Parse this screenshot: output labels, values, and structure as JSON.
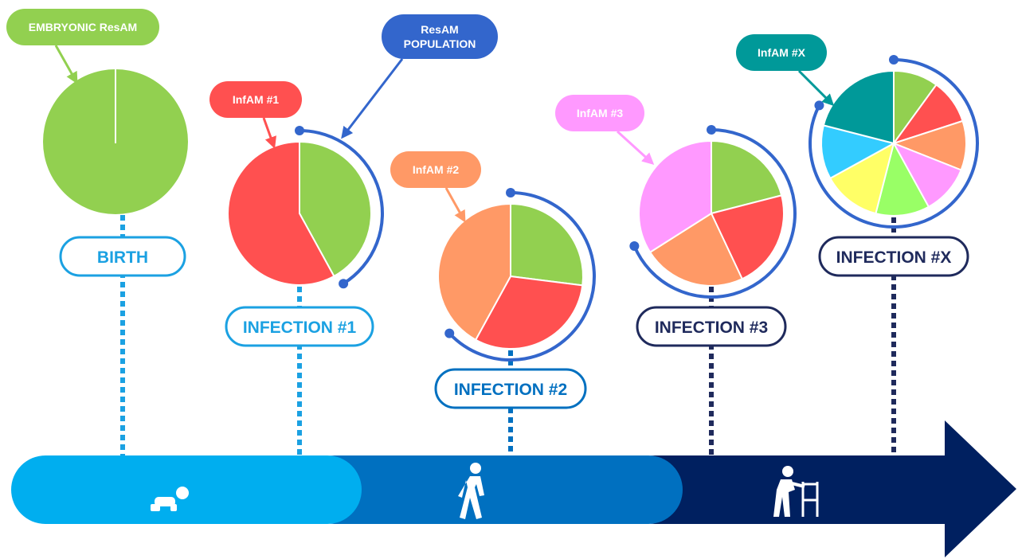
{
  "diagram": {
    "timeline_colors": {
      "childhood": "#00aeef",
      "adulthood": "#0070c0",
      "old_age": "#002060",
      "connector_light": "#1ba1e2",
      "connector_mid": "#0070c0",
      "connector_dark": "#1f2a5c"
    },
    "life_stage_icons": [
      "crawling-baby-icon",
      "walking-person-icon",
      "elderly-walker-icon"
    ],
    "stages": [
      {
        "label": "BIRTH",
        "style": "light",
        "slices": [
          {
            "role": "ResAM",
            "fraction": 1.0,
            "color": "#92d050"
          }
        ],
        "has_resam_arc": false
      },
      {
        "label": "INFECTION #1",
        "style": "light",
        "slices": [
          {
            "role": "ResAM",
            "fraction": 0.42,
            "color": "#92d050"
          },
          {
            "role": "InfAM #1",
            "fraction": 0.58,
            "color": "#ff5050"
          }
        ],
        "has_resam_arc": true
      },
      {
        "label": "INFECTION #2",
        "style": "mid",
        "slices": [
          {
            "role": "ResAM",
            "fraction": 0.27,
            "color": "#92d050"
          },
          {
            "role": "InfAM #1",
            "fraction": 0.31,
            "color": "#ff5050"
          },
          {
            "role": "InfAM #2",
            "fraction": 0.42,
            "color": "#ff9966"
          }
        ],
        "has_resam_arc": true
      },
      {
        "label": "INFECTION #3",
        "style": "dark",
        "slices": [
          {
            "role": "ResAM",
            "fraction": 0.21,
            "color": "#92d050"
          },
          {
            "role": "InfAM #1",
            "fraction": 0.22,
            "color": "#ff5050"
          },
          {
            "role": "InfAM #2",
            "fraction": 0.23,
            "color": "#ff9966"
          },
          {
            "role": "InfAM #3",
            "fraction": 0.34,
            "color": "#ff99ff"
          }
        ],
        "has_resam_arc": true
      },
      {
        "label": "INFECTION #X",
        "style": "dark",
        "slices": [
          {
            "role": "ResAM",
            "fraction": 0.1,
            "color": "#92d050"
          },
          {
            "role": "InfAM",
            "fraction": 0.1,
            "color": "#ff5050"
          },
          {
            "role": "InfAM",
            "fraction": 0.11,
            "color": "#ff9966"
          },
          {
            "role": "InfAM",
            "fraction": 0.11,
            "color": "#ff99ff"
          },
          {
            "role": "InfAM",
            "fraction": 0.12,
            "color": "#99ff66"
          },
          {
            "role": "InfAM",
            "fraction": 0.13,
            "color": "#ffff66"
          },
          {
            "role": "InfAM",
            "fraction": 0.12,
            "color": "#33ccff"
          },
          {
            "role": "InfAM #X",
            "fraction": 0.21,
            "color": "#009999"
          }
        ],
        "has_resam_arc": true
      }
    ],
    "callouts": [
      {
        "text_lines": [
          "EMBRYONIC ResAM"
        ],
        "color": "#92d050"
      },
      {
        "text_lines": [
          "ResAM",
          "POPULATION"
        ],
        "color": "#3366cc"
      },
      {
        "text_lines": [
          "InfAM #1"
        ],
        "color": "#ff5050"
      },
      {
        "text_lines": [
          "InfAM #2"
        ],
        "color": "#ff9966"
      },
      {
        "text_lines": [
          "InfAM #3"
        ],
        "color": "#ff99ff"
      },
      {
        "text_lines": [
          "InfAM #X"
        ],
        "color": "#009999"
      }
    ],
    "resam_arc_color": "#3366cc"
  }
}
